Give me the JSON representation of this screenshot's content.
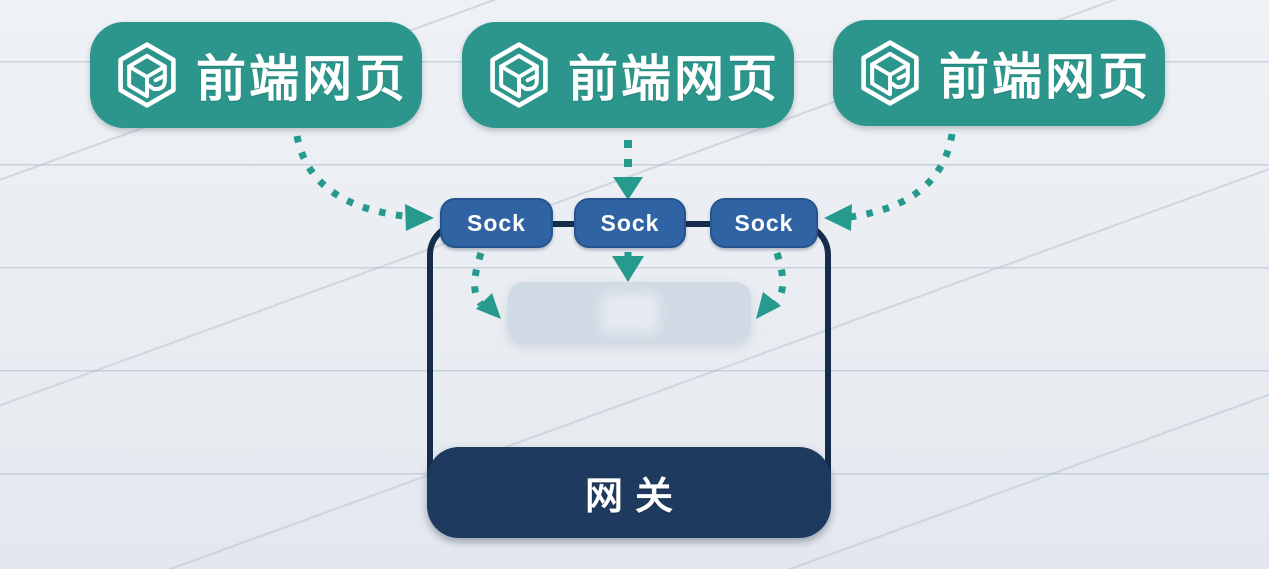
{
  "diagram": {
    "frontend_boxes": [
      {
        "label": "前端网页",
        "icon": "cube-logo-icon"
      },
      {
        "label": "前端网页",
        "icon": "cube-logo-icon"
      },
      {
        "label": "前端网页",
        "icon": "cube-logo-icon"
      }
    ],
    "sock_nodes": [
      {
        "label": "Sock"
      },
      {
        "label": "Sock"
      },
      {
        "label": "Sock"
      }
    ],
    "gateway": {
      "label": "网关"
    },
    "ghost_box": {
      "visible_text": ""
    },
    "colors": {
      "frontend_teal": "#2c968c",
      "sock_blue": "#3063a4",
      "gateway_navy": "#1e3a5f",
      "container_outline": "#172c4a",
      "arrow_teal": "#279a8e",
      "background": "#e9edf2",
      "ghost_fill": "#cbd6e2",
      "text_on_dark": "#ffffff"
    }
  }
}
